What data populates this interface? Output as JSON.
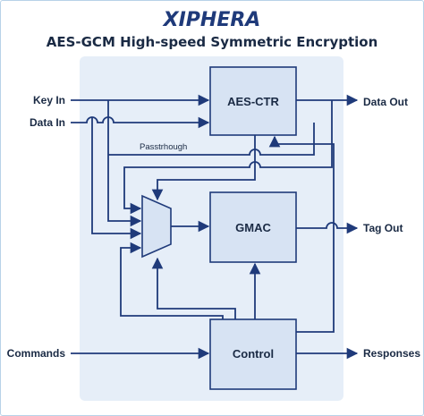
{
  "logo": {
    "text": "XIPHERA",
    "primary_color": "#1f3a7a",
    "accent_color": "#2b9fe0"
  },
  "title": "AES-GCM High-speed Symmetric Encryption",
  "blocks": {
    "aes_ctr": "AES-CTR",
    "gmac": "GMAC",
    "control": "Control"
  },
  "inputs": {
    "key_in": "Key In",
    "data_in": "Data In",
    "commands": "Commands"
  },
  "outputs": {
    "data_out": "Data Out",
    "tag_out": "Tag Out",
    "responses": "Responses"
  },
  "labels": {
    "passthrough": "Passtrhough"
  },
  "colors": {
    "wire": "#1f3a7a",
    "block_fill": "#d7e3f3",
    "panel_fill": "#e6eef8",
    "text": "#1a2a44"
  }
}
